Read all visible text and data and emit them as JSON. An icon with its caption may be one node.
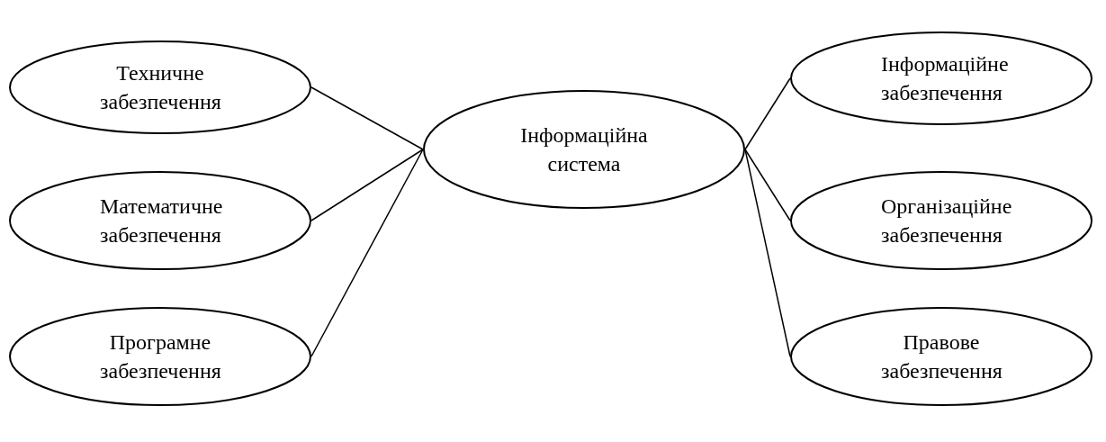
{
  "diagram": {
    "nodes": [
      {
        "text": [
          "Техничне забезпечення"
        ]
      },
      {
        "text": [
          "Математичне забезпечення"
        ]
      },
      {
        "text": [
          "Програмне забезпечення"
        ]
      },
      {
        "text": [
          "Інформаційна система"
        ]
      },
      {
        "text": [
          "Інформаційне забезпечення"
        ]
      },
      {
        "text": [
          "Організаційне забезпечення"
        ]
      },
      {
        "text": [
          "Правове забезпечення"
        ]
      }
    ],
    "edges": [
      {
        "from": 3,
        "to": 0,
        "arrow": "none"
      },
      {
        "from": 3,
        "to": 1,
        "arrow": "none"
      },
      {
        "from": 3,
        "to": 2,
        "arrow": "none"
      },
      {
        "from": 3,
        "to": 4,
        "arrow": "none"
      },
      {
        "from": 3,
        "to": 5,
        "arrow": "none"
      },
      {
        "from": 3,
        "to": 6,
        "arrow": "none"
      }
    ]
  }
}
